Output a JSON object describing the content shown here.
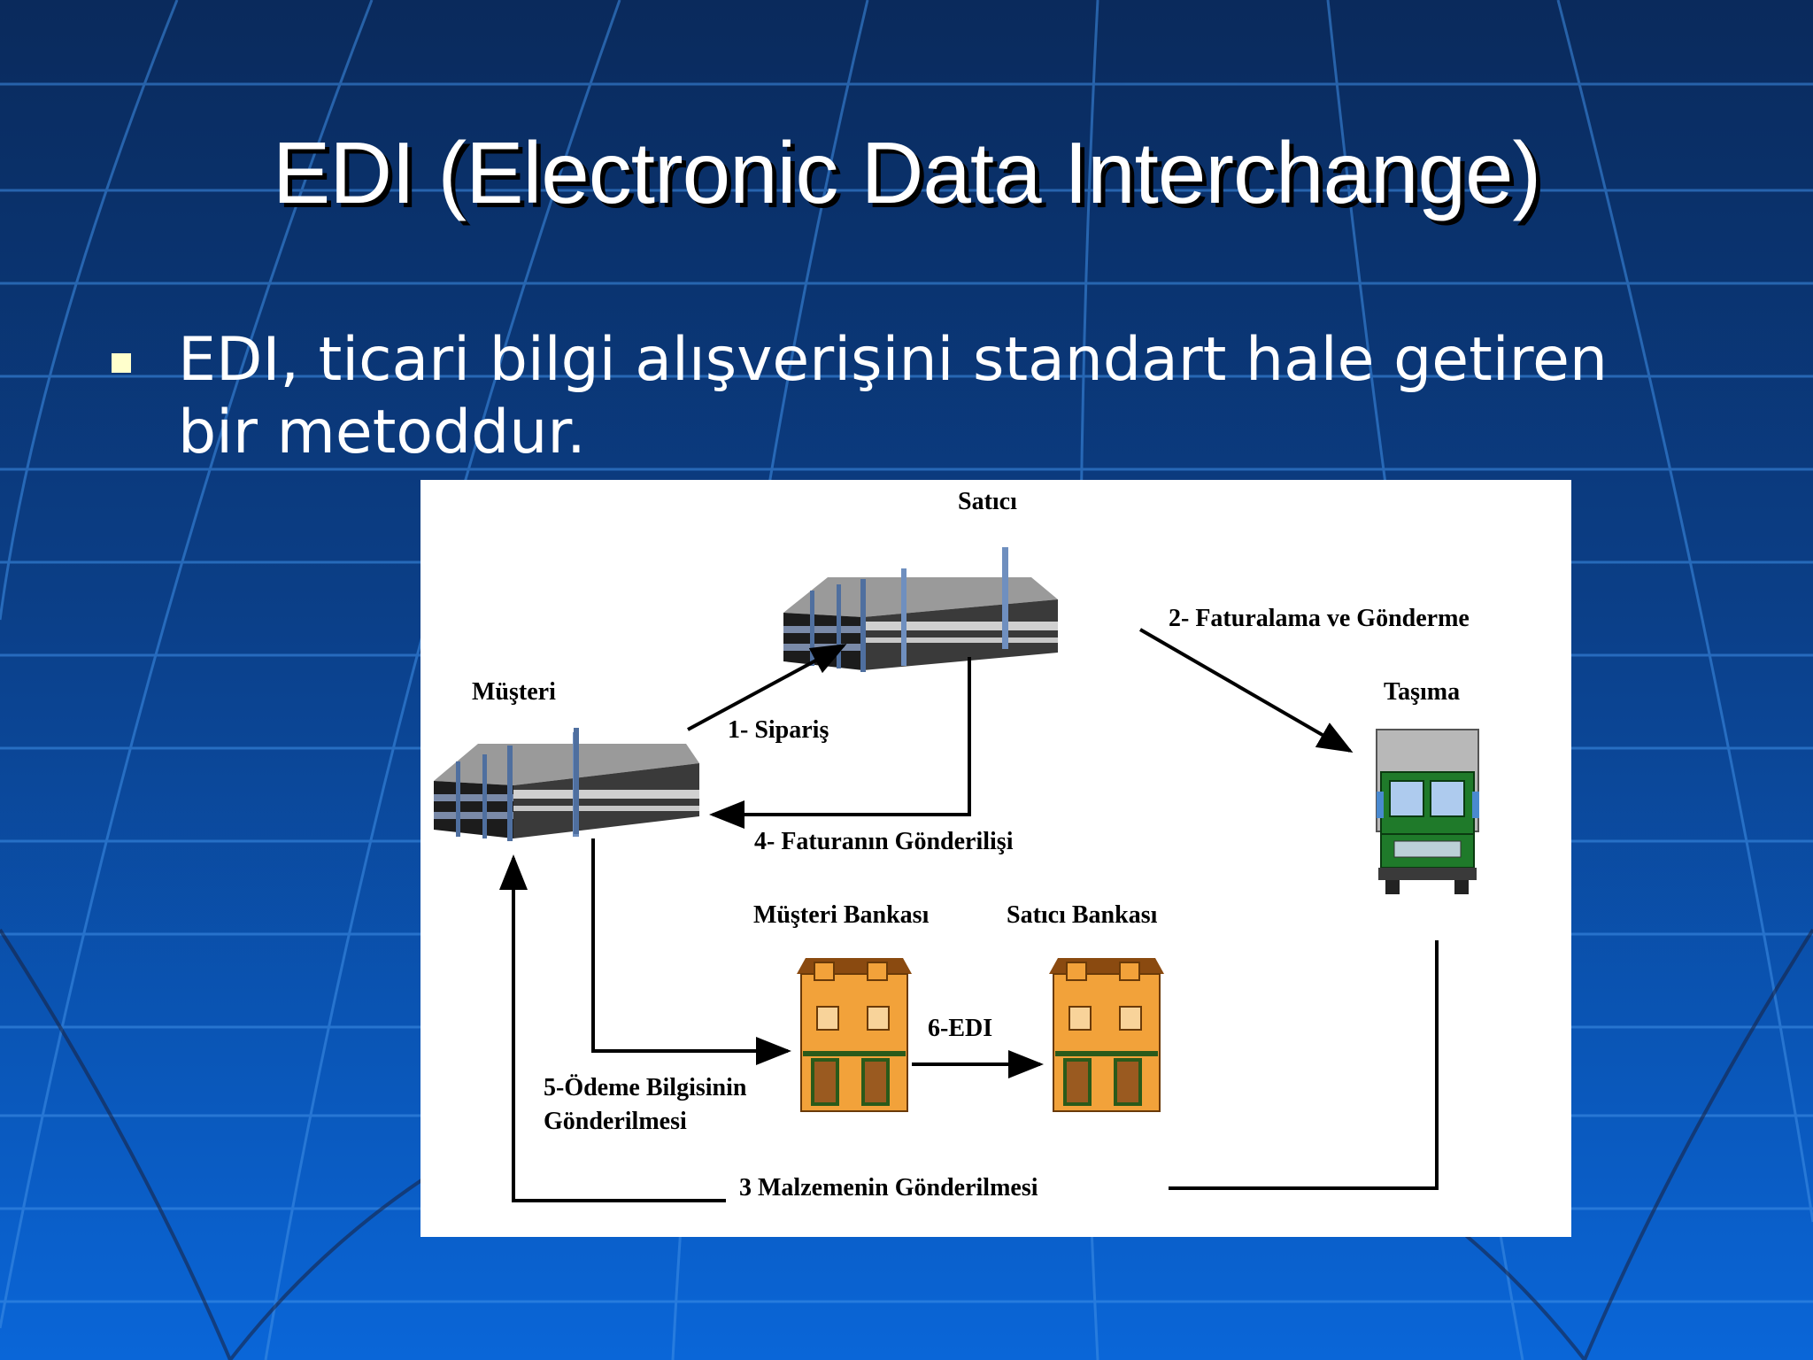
{
  "slide": {
    "title": "EDI (Electronic Data Interchange)",
    "bullet_text": "EDI, ticari bilgi alışverişini standart hale getiren bir metoddur.",
    "colors": {
      "background_top": "#0a2a5c",
      "background_bottom": "#0a66d8",
      "bullet_marker": "#ffffcc",
      "title_text": "#ffffff"
    }
  },
  "diagram": {
    "labels": {
      "satici": "Satıcı",
      "musteri": "Müşteri",
      "tasima": "Taşıma",
      "step1": "1- Sipariş",
      "step2": "2- Faturalama ve Gönderme",
      "step3": "3  Malzemenin Gönderilmesi",
      "step4": "4- Faturanın Gönderilişi",
      "step5_line1": "5-Ödeme Bilgisinin",
      "step5_line2": "Gönderilmesi",
      "step6": "6-EDI",
      "musteri_bankasi": "Müşteri Bankası",
      "satici_bankasi": "Satıcı Bankası"
    },
    "icons": [
      "satici-building-icon",
      "musteri-building-icon",
      "truck-icon",
      "musteri-bank-icon",
      "satici-bank-icon"
    ]
  }
}
